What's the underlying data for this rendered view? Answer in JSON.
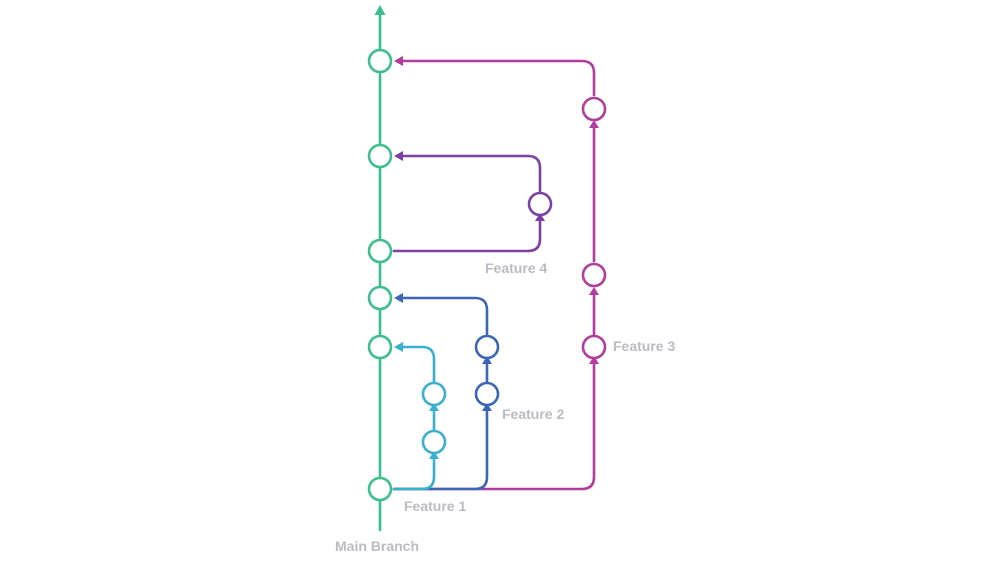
{
  "colors": {
    "main": "#3dbf8c",
    "feature_1": "#3ab0cf",
    "feature_2": "#3b66b5",
    "feature_3": "#b23c9e",
    "feature_4": "#7b3fa6",
    "label_text": "#b9bcc2"
  },
  "labels": {
    "main_branch": "Main Branch",
    "feature_1": "Feature 1",
    "feature_2": "Feature 2",
    "feature_3": "Feature 3",
    "feature_4": "Feature 4"
  }
}
